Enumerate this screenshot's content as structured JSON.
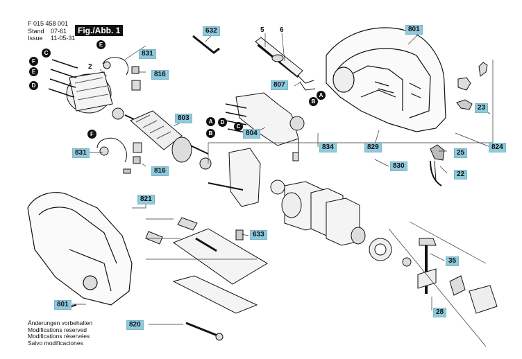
{
  "header": {
    "code": "F 015 458 001",
    "stand_label": "Stand",
    "stand_value": "07-61",
    "issue_label": "Issue",
    "issue_value": "11-05-31",
    "figure": "Fig./Abb. 1"
  },
  "callouts": {
    "c632": "632",
    "c5": "5",
    "c6": "6",
    "c801a": "801",
    "c831a": "831",
    "c816a": "816",
    "c2": "2",
    "c807": "807",
    "c803": "803",
    "c804": "804",
    "c834": "834",
    "c829": "829",
    "c830": "830",
    "c23": "23",
    "c25": "25",
    "c824": "824",
    "c22": "22",
    "c831b": "831",
    "c816b": "816",
    "c821": "821",
    "c633": "633",
    "c35": "35",
    "c801b": "801",
    "c28": "28",
    "c820": "820"
  },
  "letters": {
    "E1": "E",
    "C1": "C",
    "F1": "F",
    "E2": "E",
    "D1": "D",
    "B1": "B",
    "A1": "A",
    "F2": "F",
    "A2": "A",
    "D2": "D",
    "C2": "C",
    "B2": "B"
  },
  "footer": {
    "line1": "Änderungen vorbehalten",
    "line2": "Modifications reserved",
    "line3": "Modifications réservées",
    "line4": "Salvo modificaciones"
  }
}
